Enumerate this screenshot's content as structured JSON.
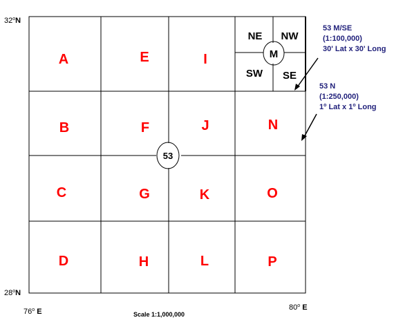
{
  "corner_labels": {
    "top_left": {
      "value": "32",
      "deg": "o",
      "dir": "N"
    },
    "bottom_left": {
      "value": "28",
      "deg": "o",
      "dir": "N"
    },
    "bottom_left_lon": {
      "value": "76",
      "deg": "o",
      "dir": " E"
    },
    "bottom_right_lon": {
      "value": "80",
      "deg": "o",
      "dir": " E"
    }
  },
  "grid_letters": [
    [
      "A",
      "E",
      "I",
      ""
    ],
    [
      "B",
      "F",
      "J",
      "N"
    ],
    [
      "C",
      "G",
      "K",
      "O"
    ],
    [
      "D",
      "H",
      "L",
      "P"
    ]
  ],
  "center_marker": "53",
  "sub_sheet": {
    "center": "M",
    "nw_quadrant": "NE",
    "ne_quadrant": "NW",
    "sw_quadrant": "SW",
    "se_quadrant": "SE"
  },
  "annotations": {
    "msheet": {
      "line1": "53 M/SE",
      "line2": "(1:100,000)",
      "line3_pre": "30' Lat x 30' Long"
    },
    "nsheet": {
      "line1": "53 N",
      "line2": "(1:250,000)",
      "line3_a": "1",
      "line3_b": "o",
      "line3_c": " Lat x 1",
      "line3_d": "o",
      "line3_e": " Long"
    }
  },
  "scale_label": "Scale 1:1,000,000",
  "colors": {
    "letters": "#ff0000",
    "annotation": "#1f1f7a",
    "lines": "#000000"
  }
}
